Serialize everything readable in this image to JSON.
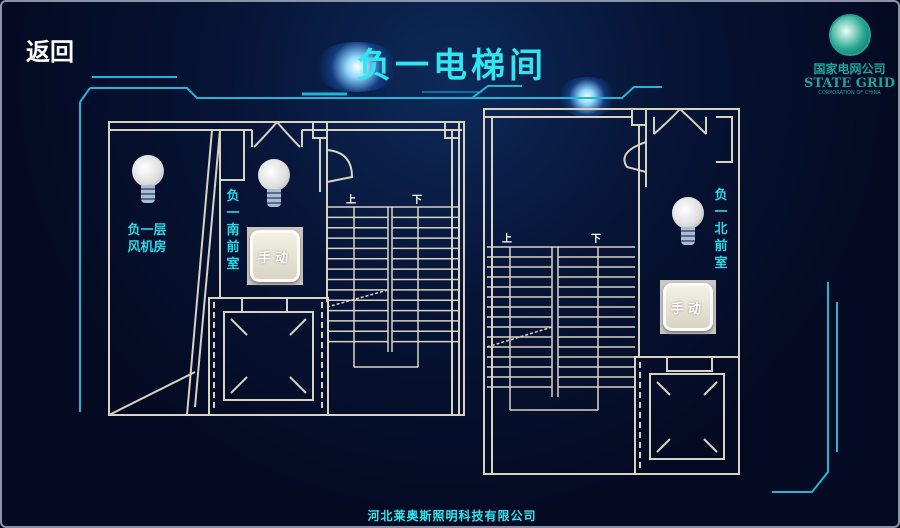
{
  "header": {
    "back_label": "返回",
    "title": "负一电梯间"
  },
  "logo": {
    "cn": "国家电网公司",
    "en": "STATE GRID",
    "sub": "CORPORATION OF CHINA"
  },
  "left_plan": {
    "fan_room_label_1": "负一层",
    "fan_room_label_2": "风机房",
    "front_room_label": "负一南前室",
    "button_label": "手动",
    "stair_up": "上",
    "stair_down": "下"
  },
  "right_plan": {
    "front_room_label": "负一北前室",
    "button_label": "手动",
    "stair_up": "上",
    "stair_down": "下"
  },
  "footer": {
    "company": "河北莱奥斯照明科技有限公司"
  },
  "colors": {
    "accent": "#2ee6f0",
    "wall": "#d8d2c0",
    "background": "#040a22"
  }
}
